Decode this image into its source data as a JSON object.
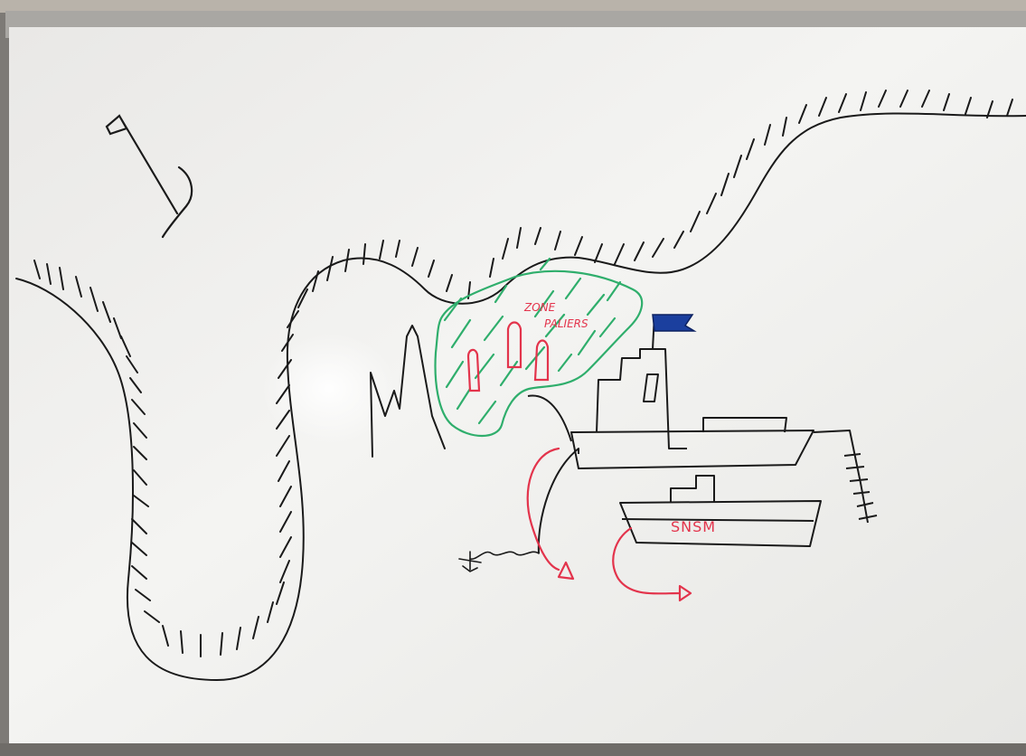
{
  "whiteboard": {
    "zone_label_line1": "ZONE",
    "zone_label_line2": "PALIERS",
    "boat_label": "SNSM"
  },
  "colors": {
    "board": "#f1f1ef",
    "frame": "#8a8884",
    "marker_black": "#1a1a1a",
    "marker_green": "#2fae6c",
    "marker_red": "#e3344c",
    "marker_blue": "#1b3f9e"
  }
}
